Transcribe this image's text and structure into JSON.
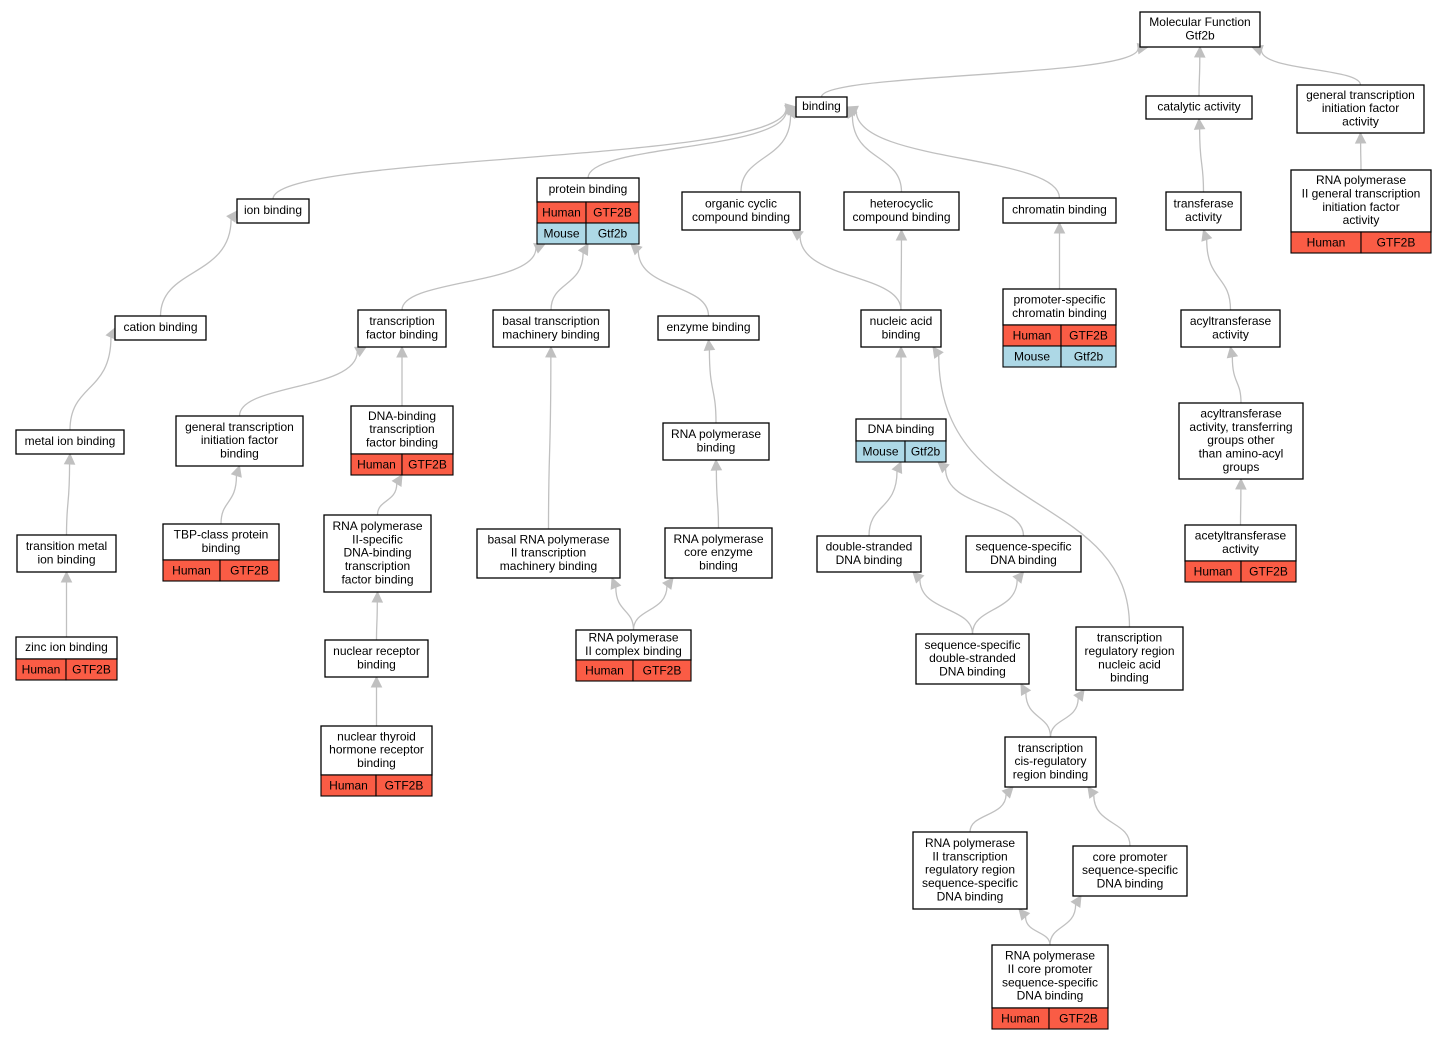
{
  "colors": {
    "human": "#fa5c45",
    "mouse": "#add8e6",
    "edge": "#c0c0c0"
  },
  "nodes": [
    {
      "id": "mf",
      "lines": [
        "Molecular Function",
        "Gtf2b"
      ]
    },
    {
      "id": "binding",
      "lines": [
        "binding"
      ]
    },
    {
      "id": "catalytic",
      "lines": [
        "catalytic activity"
      ]
    },
    {
      "id": "gtifa",
      "lines": [
        "general transcription",
        "initiation factor",
        "activity"
      ]
    },
    {
      "id": "ion",
      "lines": [
        "ion binding"
      ]
    },
    {
      "id": "protein",
      "lines": [
        "protein binding"
      ],
      "rows": [
        [
          "Human",
          "GTF2B"
        ],
        [
          "Mouse",
          "Gtf2b"
        ]
      ]
    },
    {
      "id": "organic",
      "lines": [
        "organic cyclic",
        "compound binding"
      ]
    },
    {
      "id": "hetero",
      "lines": [
        "heterocyclic",
        "compound binding"
      ]
    },
    {
      "id": "chromatin",
      "lines": [
        "chromatin binding"
      ]
    },
    {
      "id": "transferase",
      "lines": [
        "transferase",
        "activity"
      ]
    },
    {
      "id": "rnapgtifa",
      "lines": [
        "RNA polymerase",
        "II general transcription",
        "initiation factor",
        "activity"
      ],
      "rows": [
        [
          "Human",
          "GTF2B"
        ]
      ]
    },
    {
      "id": "cation",
      "lines": [
        "cation binding"
      ]
    },
    {
      "id": "tfb",
      "lines": [
        "transcription",
        "factor binding"
      ]
    },
    {
      "id": "basaltm",
      "lines": [
        "basal transcription",
        "machinery binding"
      ]
    },
    {
      "id": "enzyme",
      "lines": [
        "enzyme binding"
      ]
    },
    {
      "id": "nucleic",
      "lines": [
        "nucleic acid",
        "binding"
      ]
    },
    {
      "id": "promoter",
      "lines": [
        "promoter-specific",
        "chromatin binding"
      ],
      "rows": [
        [
          "Human",
          "GTF2B"
        ],
        [
          "Mouse",
          "Gtf2b"
        ]
      ]
    },
    {
      "id": "acyl",
      "lines": [
        "acyltransferase",
        "activity"
      ]
    },
    {
      "id": "metal",
      "lines": [
        "metal ion binding"
      ]
    },
    {
      "id": "gtifb",
      "lines": [
        "general transcription",
        "initiation factor",
        "binding"
      ]
    },
    {
      "id": "dnabtfb",
      "lines": [
        "DNA-binding",
        "transcription",
        "factor binding"
      ],
      "rows": [
        [
          "Human",
          "GTF2B"
        ]
      ]
    },
    {
      "id": "rnapb",
      "lines": [
        "RNA polymerase",
        "binding"
      ]
    },
    {
      "id": "dnab",
      "lines": [
        "DNA binding"
      ],
      "rows": [
        [
          "Mouse",
          "Gtf2b"
        ]
      ]
    },
    {
      "id": "acylother",
      "lines": [
        "acyltransferase",
        "activity, transferring",
        "groups other",
        "than amino-acyl",
        "groups"
      ]
    },
    {
      "id": "transmetal",
      "lines": [
        "transition metal",
        "ion binding"
      ]
    },
    {
      "id": "tbp",
      "lines": [
        "TBP-class protein",
        "binding"
      ],
      "rows": [
        [
          "Human",
          "GTF2B"
        ]
      ]
    },
    {
      "id": "rnap2dna",
      "lines": [
        "RNA polymerase",
        "II-specific",
        "DNA-binding",
        "transcription",
        "factor binding"
      ]
    },
    {
      "id": "basalrnap",
      "lines": [
        "basal RNA polymerase",
        "II transcription",
        "machinery binding"
      ]
    },
    {
      "id": "rnapcore",
      "lines": [
        "RNA polymerase",
        "core enzyme",
        "binding"
      ]
    },
    {
      "id": "dsdna",
      "lines": [
        "double-stranded",
        "DNA binding"
      ]
    },
    {
      "id": "ssdna",
      "lines": [
        "sequence-specific",
        "DNA binding"
      ]
    },
    {
      "id": "acetyl",
      "lines": [
        "acetyltransferase",
        "activity"
      ],
      "rows": [
        [
          "Human",
          "GTF2B"
        ]
      ]
    },
    {
      "id": "zinc",
      "lines": [
        "zinc ion binding"
      ],
      "rows": [
        [
          "Human",
          "GTF2B"
        ]
      ]
    },
    {
      "id": "nuclear",
      "lines": [
        "nuclear receptor",
        "binding"
      ]
    },
    {
      "id": "rnap2complex",
      "lines": [
        "RNA polymerase",
        "II complex binding"
      ],
      "rows": [
        [
          "Human",
          "GTF2B"
        ]
      ]
    },
    {
      "id": "ssds",
      "lines": [
        "sequence-specific",
        "double-stranded",
        "DNA binding"
      ]
    },
    {
      "id": "trrna",
      "lines": [
        "transcription",
        "regulatory region",
        "nucleic acid",
        "binding"
      ]
    },
    {
      "id": "thyroid",
      "lines": [
        "nuclear thyroid",
        "hormone receptor",
        "binding"
      ],
      "rows": [
        [
          "Human",
          "GTF2B"
        ]
      ]
    },
    {
      "id": "cisreg",
      "lines": [
        "transcription",
        "cis-regulatory",
        "region binding"
      ]
    },
    {
      "id": "rnap2trr",
      "lines": [
        "RNA polymerase",
        "II transcription",
        "regulatory region",
        "sequence-specific",
        "DNA binding"
      ]
    },
    {
      "id": "corepromoter",
      "lines": [
        "core promoter",
        "sequence-specific",
        "DNA binding"
      ]
    },
    {
      "id": "rnap2core",
      "lines": [
        "RNA polymerase",
        "II core promoter",
        "sequence-specific",
        "DNA binding"
      ],
      "rows": [
        [
          "Human",
          "GTF2B"
        ]
      ]
    }
  ],
  "edges": [
    [
      "binding",
      "mf"
    ],
    [
      "catalytic",
      "mf"
    ],
    [
      "gtifa",
      "mf"
    ],
    [
      "ion",
      "binding"
    ],
    [
      "protein",
      "binding"
    ],
    [
      "organic",
      "binding"
    ],
    [
      "hetero",
      "binding"
    ],
    [
      "chromatin",
      "binding"
    ],
    [
      "transferase",
      "catalytic"
    ],
    [
      "rnapgtifa",
      "gtifa"
    ],
    [
      "cation",
      "ion"
    ],
    [
      "tfb",
      "protein"
    ],
    [
      "basaltm",
      "protein"
    ],
    [
      "enzyme",
      "protein"
    ],
    [
      "nucleic",
      "organic"
    ],
    [
      "nucleic",
      "hetero"
    ],
    [
      "promoter",
      "chromatin"
    ],
    [
      "acyl",
      "transferase"
    ],
    [
      "metal",
      "cation"
    ],
    [
      "gtifb",
      "tfb"
    ],
    [
      "dnabtfb",
      "tfb"
    ],
    [
      "rnapb",
      "enzyme"
    ],
    [
      "dnab",
      "nucleic"
    ],
    [
      "acylother",
      "acyl"
    ],
    [
      "transmetal",
      "metal"
    ],
    [
      "tbp",
      "gtifb"
    ],
    [
      "rnap2dna",
      "dnabtfb"
    ],
    [
      "basalrnap",
      "basaltm"
    ],
    [
      "rnapcore",
      "rnapb"
    ],
    [
      "dsdna",
      "dnab"
    ],
    [
      "ssdna",
      "dnab"
    ],
    [
      "acetyl",
      "acylother"
    ],
    [
      "zinc",
      "transmetal"
    ],
    [
      "nuclear",
      "rnap2dna"
    ],
    [
      "rnap2complex",
      "basalrnap"
    ],
    [
      "rnap2complex",
      "rnapcore"
    ],
    [
      "ssds",
      "dsdna"
    ],
    [
      "ssds",
      "ssdna"
    ],
    [
      "trrna",
      "nucleic"
    ],
    [
      "thyroid",
      "nuclear"
    ],
    [
      "cisreg",
      "ssds"
    ],
    [
      "cisreg",
      "trrna"
    ],
    [
      "rnap2trr",
      "cisreg"
    ],
    [
      "corepromoter",
      "cisreg"
    ],
    [
      "rnap2core",
      "rnap2trr"
    ],
    [
      "rnap2core",
      "corepromoter"
    ]
  ]
}
